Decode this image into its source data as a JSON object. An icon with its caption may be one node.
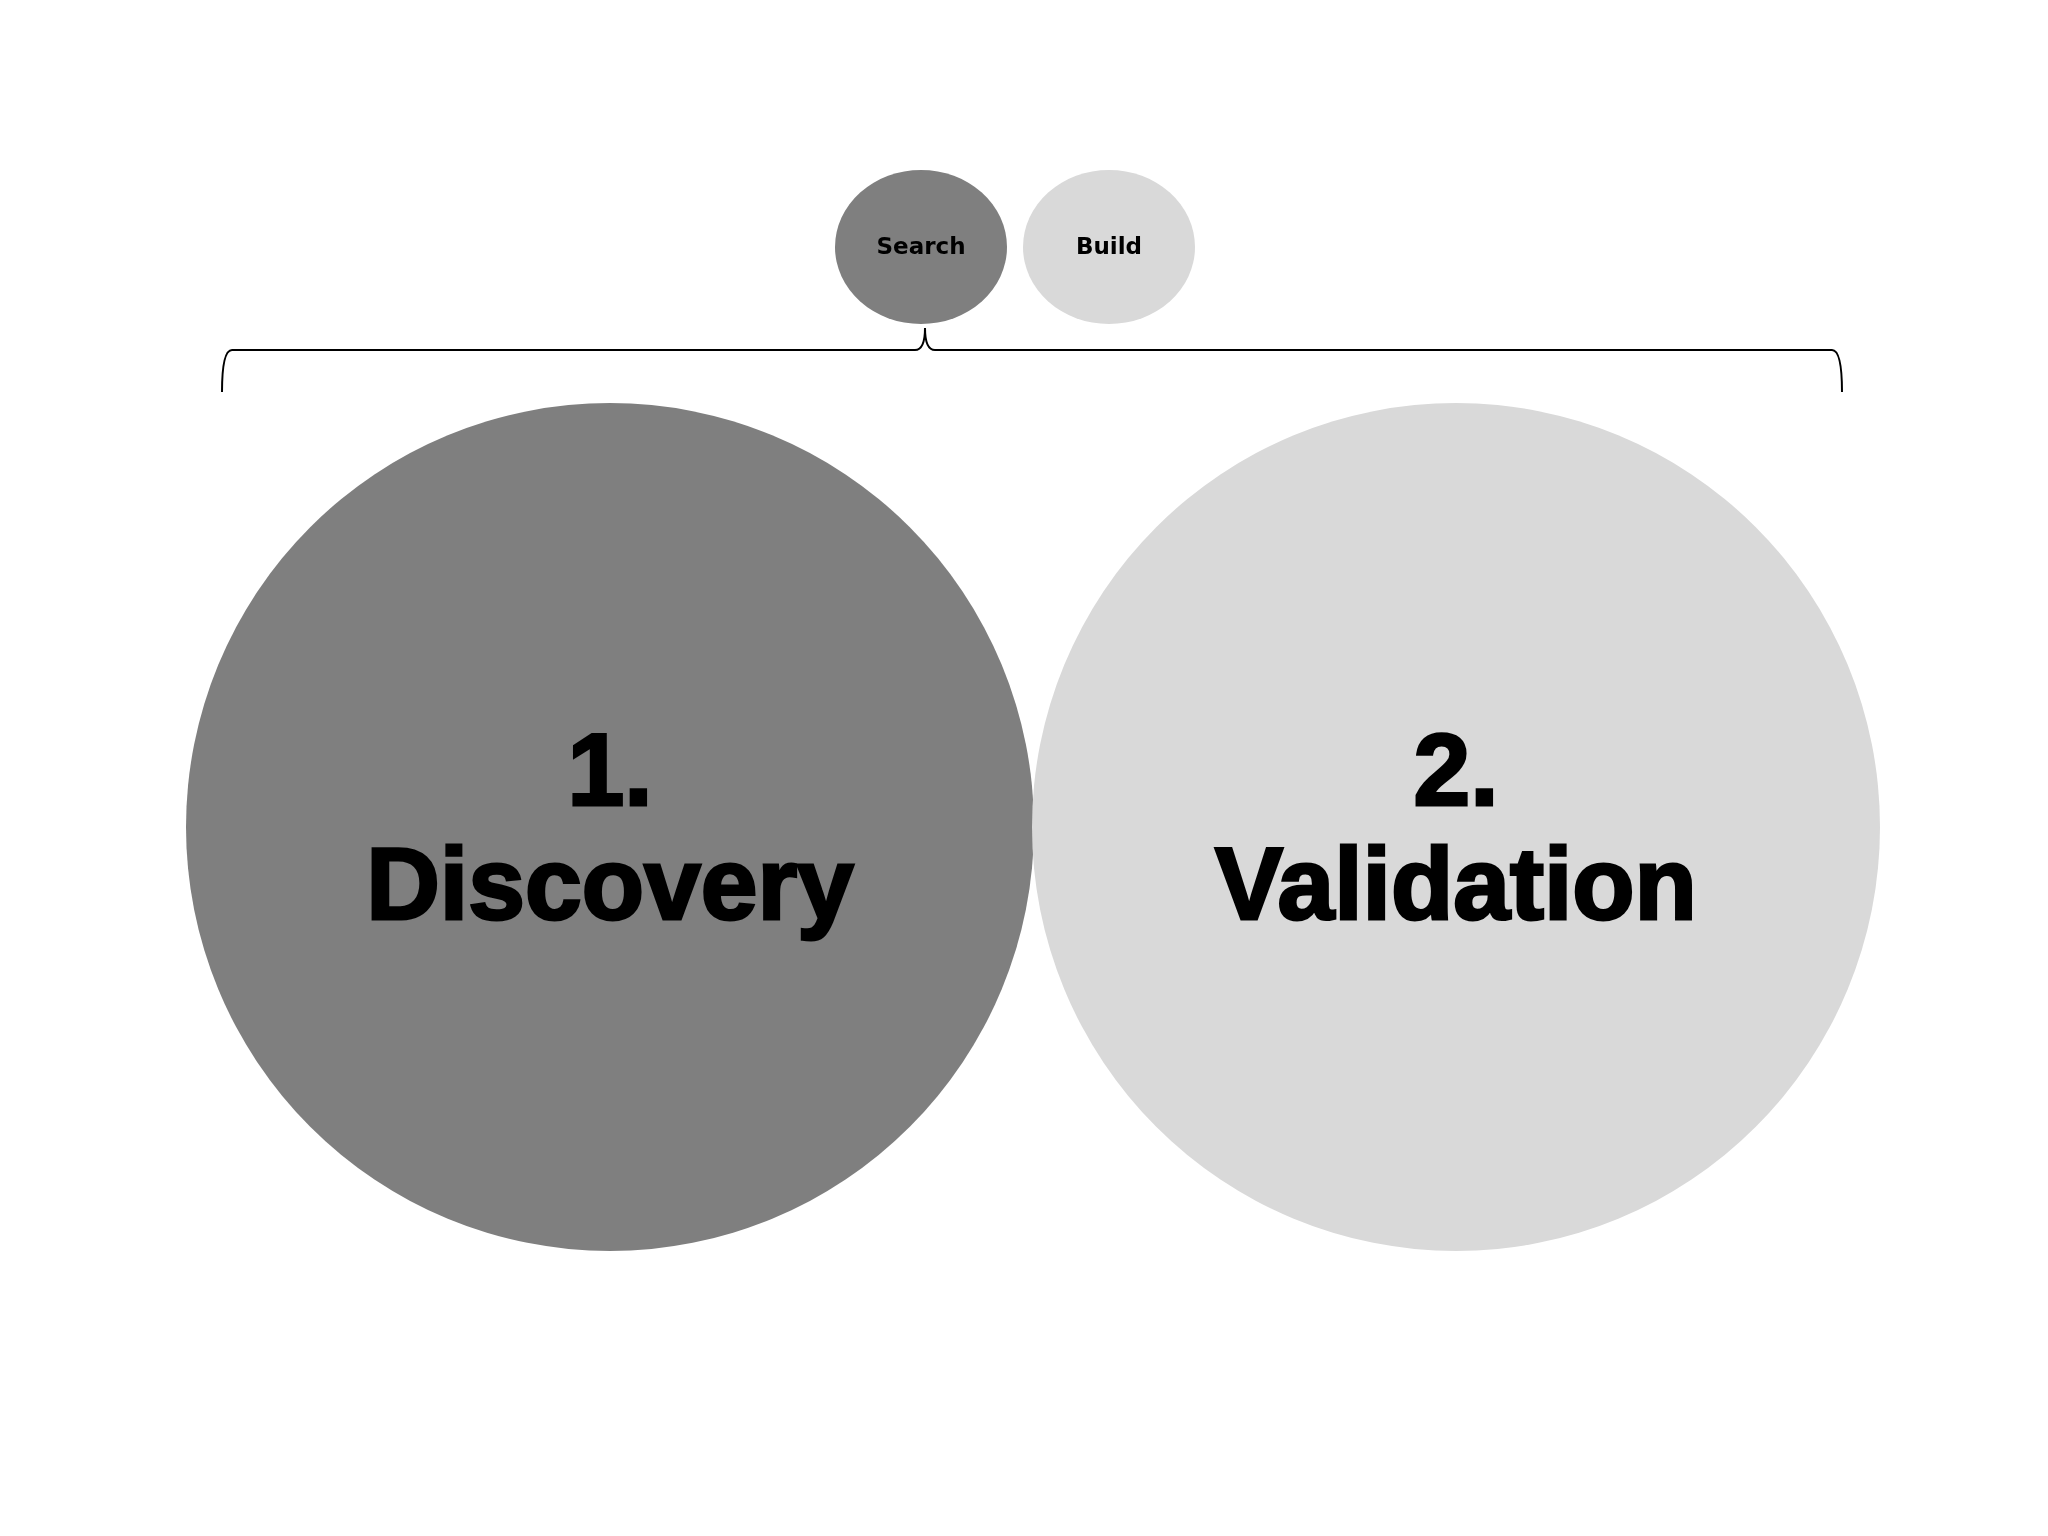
{
  "diagram": {
    "nodes": [
      {
        "text": [
          "Search"
        ]
      },
      {
        "text": [
          "Build"
        ]
      },
      {
        "text": [
          "1. Discovery"
        ]
      },
      {
        "text": [
          "2. Validation"
        ]
      }
    ]
  }
}
